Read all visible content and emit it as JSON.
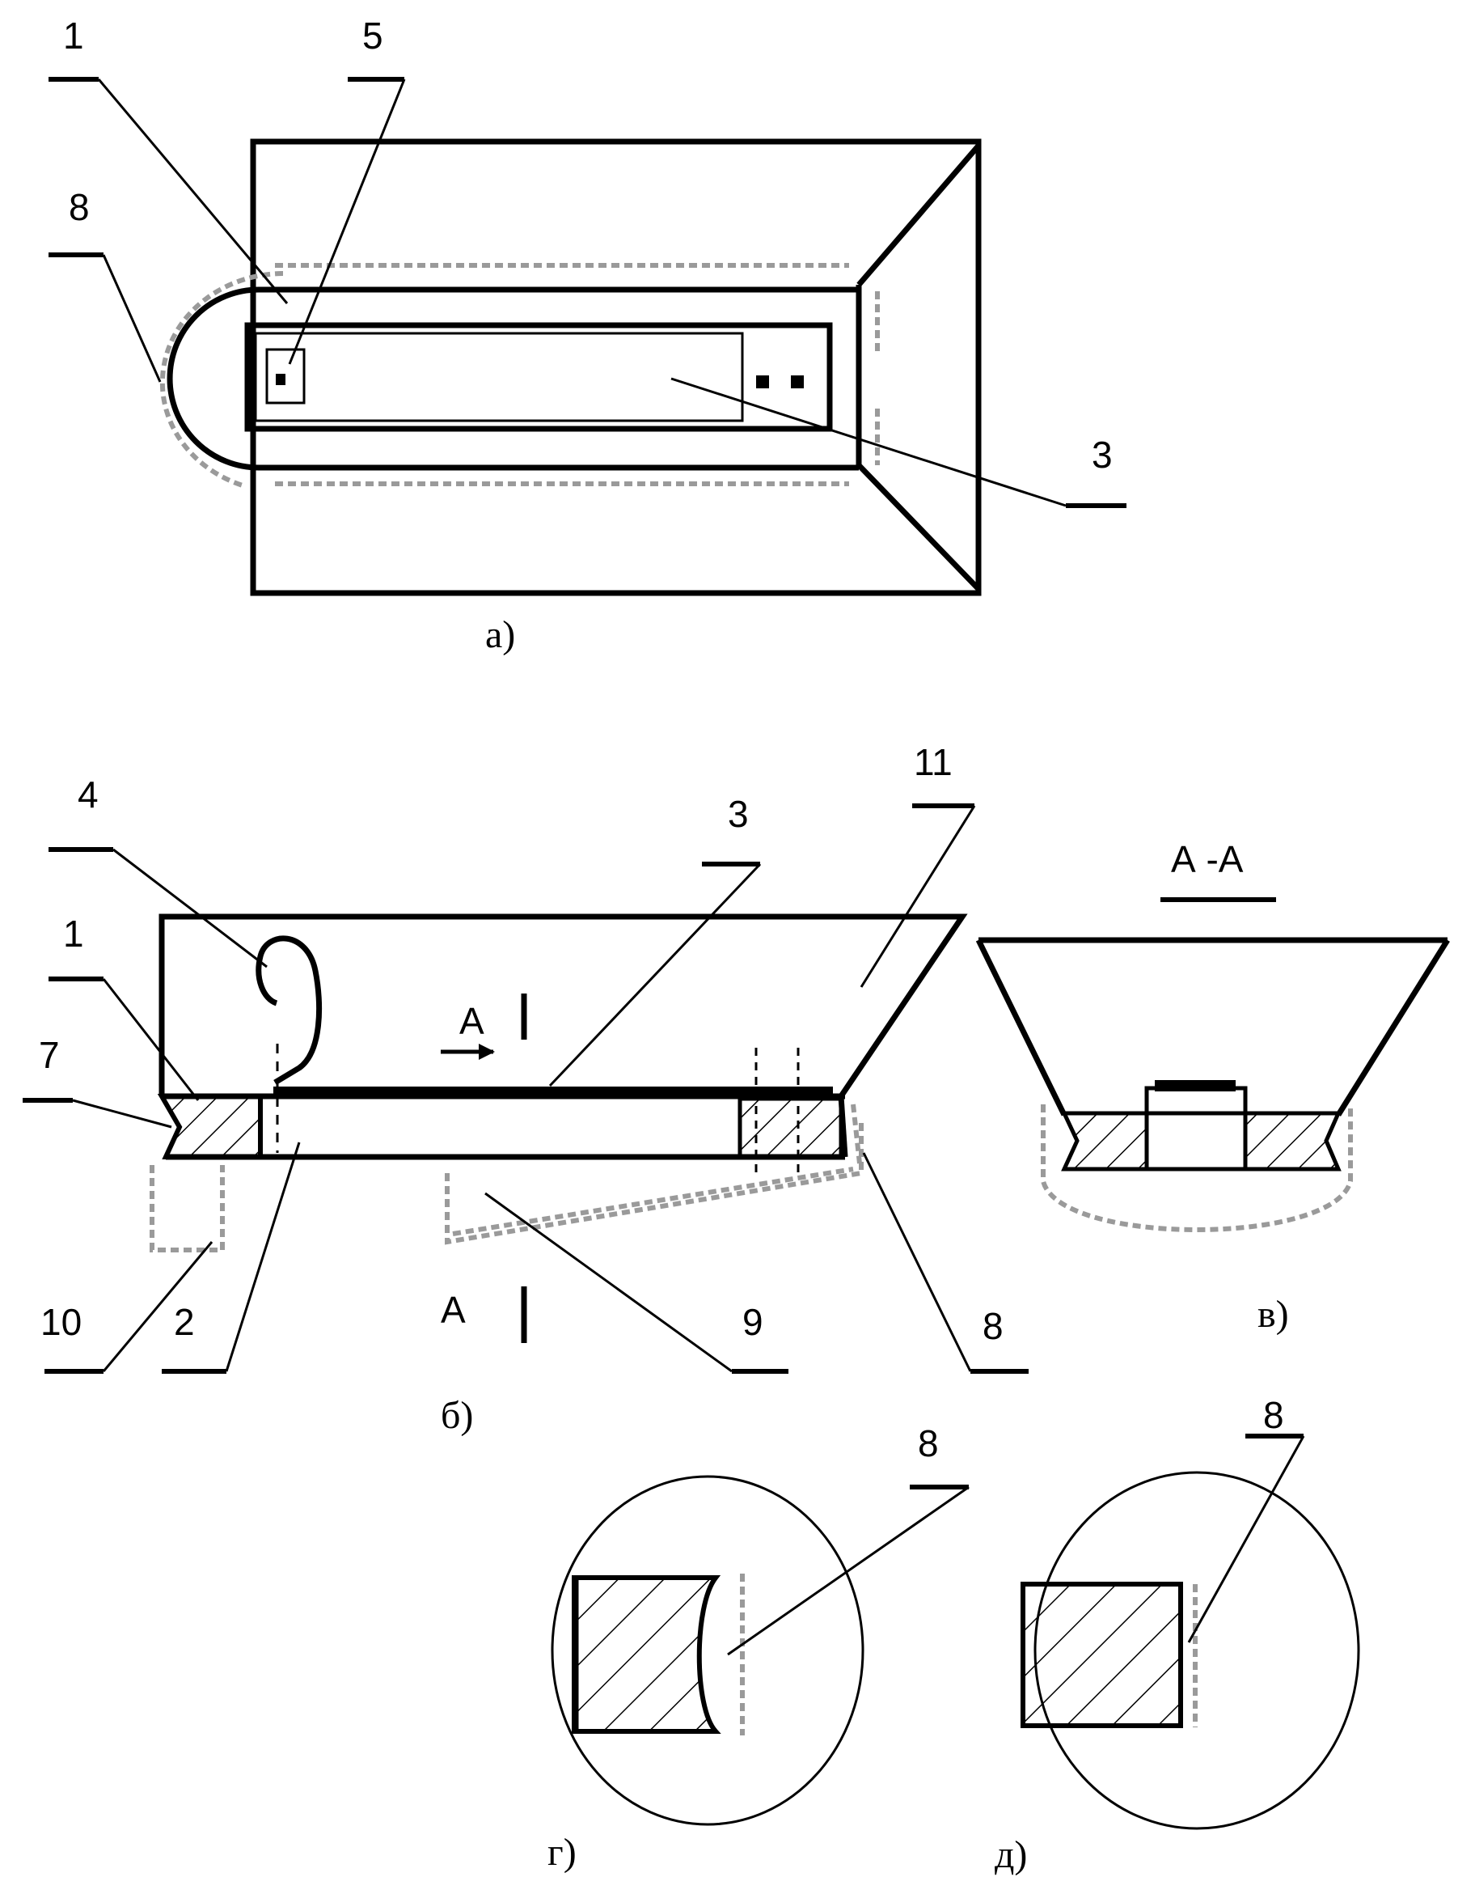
{
  "figure_a": {
    "caption": "а)",
    "labels": {
      "part1": "1",
      "part5": "5",
      "part8": "8",
      "part3": "3"
    }
  },
  "figure_b": {
    "caption": "б)",
    "labels": {
      "part4": "4",
      "part1": "1",
      "part7": "7",
      "part3": "3",
      "part11": "11",
      "part10": "10",
      "part2": "2",
      "part9": "9",
      "part8": "8",
      "section_mark_top": "А",
      "section_mark_bottom": "А"
    }
  },
  "figure_v": {
    "caption": "в)",
    "section_title": "А -А"
  },
  "figure_g": {
    "caption": "г)",
    "labels": {
      "part8": "8"
    }
  },
  "figure_d": {
    "caption": "д)",
    "labels": {
      "part8": "8"
    }
  },
  "colors": {
    "ink": "#000000",
    "coating": "#9a9a9a",
    "background": "#ffffff"
  }
}
